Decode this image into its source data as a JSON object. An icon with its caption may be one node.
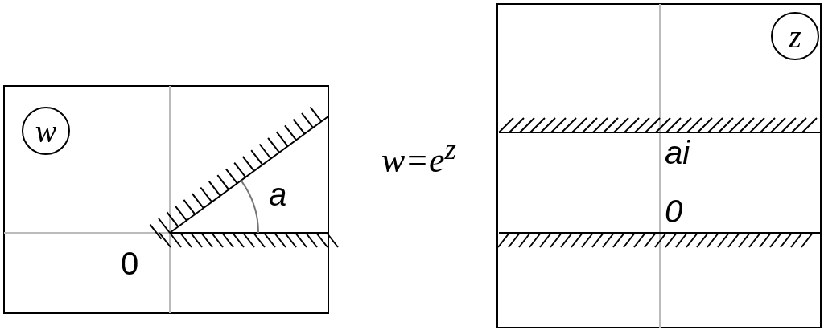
{
  "diagram": {
    "nodes": [
      {
        "text": [
          "w"
        ]
      },
      {
        "text": [
          "z"
        ]
      }
    ],
    "edges": [],
    "labels": [
      "w=e$^{z}$",
      "ai",
      "a",
      "0",
      "0"
    ]
  }
}
